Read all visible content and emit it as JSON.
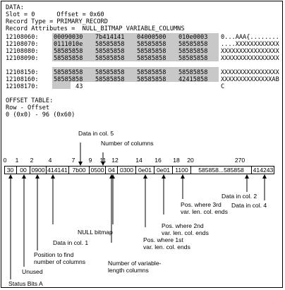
{
  "header": {
    "data_label": "DATA:",
    "slot_line": "Slot = 0      Offset = 0x60",
    "record_type_line": "Record Type = PRIMARY_RECORD",
    "record_attr_line": "Record Attributes =  NULL_BITMAP VARIABLE_COLUMNS"
  },
  "dump_rows": [
    {
      "addr": "12108060:",
      "words": [
        "00090030",
        "7b414141",
        "04000500",
        "010e0003"
      ],
      "ascii": "0...AAA{........"
    },
    {
      "addr": "12108070:",
      "words": [
        "0111010e",
        "58585858",
        "58585858",
        "58585858"
      ],
      "ascii": "....XXXXXXXXXXXX"
    },
    {
      "addr": "12108080:",
      "words": [
        "58585858",
        "58585858",
        "58585858",
        "58585858"
      ],
      "ascii": "XXXXXXXXXXXXXXXX"
    },
    {
      "addr": "12108090:",
      "words": [
        "58585858",
        "58585858",
        "58585858",
        "58585858"
      ],
      "ascii": "XXXXXXXXXXXXXXXX"
    },
    {
      "addr": "12108150:",
      "words": [
        "58585858",
        "58585858",
        "58585858",
        "58585858"
      ],
      "ascii": "XXXXXXXXXXXXXXXX"
    },
    {
      "addr": "12108160:",
      "words": [
        "58585858",
        "58585858",
        "58585858",
        "42415858"
      ],
      "ascii": "XXXXXXXXXXXXXXAB"
    },
    {
      "addr": "12108170:",
      "words": [
        "      43",
        "",
        "",
        ""
      ],
      "ascii": "C"
    }
  ],
  "offset_table": {
    "title": "OFFSET TABLE:",
    "subtitle": "Row - Offset",
    "entry": "0 (0x0) - 96 (0x60)"
  },
  "byte_positions": [
    "0",
    "1",
    "2",
    "4",
    "7",
    "9",
    "11",
    "12",
    "14",
    "16",
    "18",
    "20",
    "270"
  ],
  "row_cells": [
    "30",
    "00",
    "0900",
    "414141",
    "7b00",
    "0500",
    "04",
    "0300",
    "0e01",
    "0e01",
    "1100",
    "585858...585858",
    "414243"
  ],
  "annotations": {
    "data_col5": "Data in col. 5",
    "num_columns": "Number of columns",
    "null_bitmap": "NULL bitmap",
    "data_col1": "Data in col. 1",
    "position_find_1": "Position to find",
    "position_find_2": "number of columns",
    "unused": "Unused",
    "status_bits": "Status Bits A",
    "num_var_1": "Number of variable-",
    "num_var_2": "length columns",
    "pos1_1": "Pos. where 1st",
    "pos1_2": "var. len. col. ends",
    "pos2_1": "Pos. where 2nd",
    "pos2_2": "var. len. col. ends",
    "pos3_1": "Pos. where 3rd",
    "pos3_2": "var. len. col. ends",
    "data_col2": "Data in col. 2",
    "data_col4": "Data in col. 4"
  },
  "colors": {
    "highlight": "#c8c8c8",
    "line": "#000000"
  }
}
